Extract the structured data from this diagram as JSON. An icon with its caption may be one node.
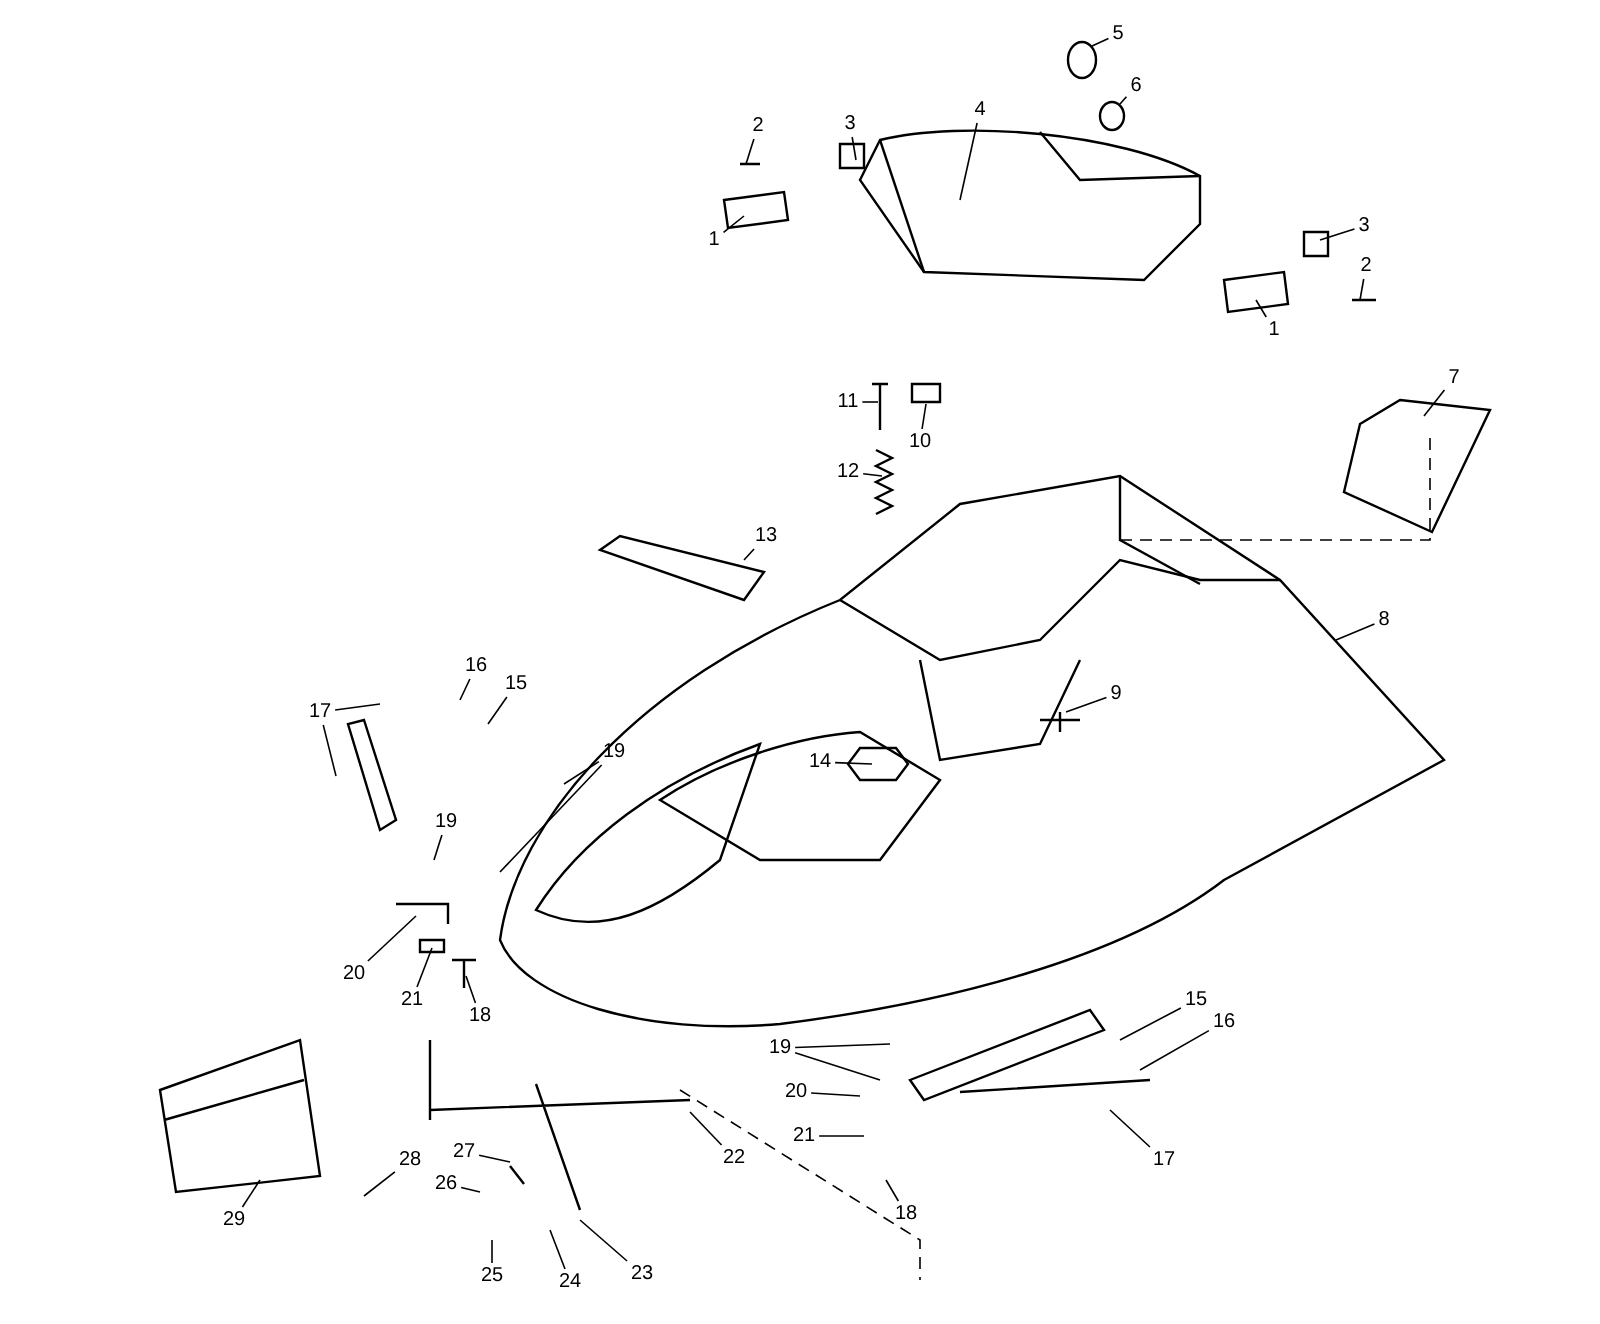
{
  "diagram": {
    "nodes": [
      {
        "text": [
          "5"
        ]
      },
      {
        "text": [
          "6"
        ]
      },
      {
        "text": [
          "4"
        ]
      },
      {
        "text": [
          "3"
        ]
      },
      {
        "text": [
          "2"
        ]
      },
      {
        "text": [
          "1"
        ]
      },
      {
        "text": [
          "3"
        ]
      },
      {
        "text": [
          "2"
        ]
      },
      {
        "text": [
          "1"
        ]
      },
      {
        "text": [
          "11"
        ]
      },
      {
        "text": [
          "10"
        ]
      },
      {
        "text": [
          "12"
        ]
      },
      {
        "text": [
          "7"
        ]
      },
      {
        "text": [
          "13"
        ]
      },
      {
        "text": [
          "8"
        ]
      },
      {
        "text": [
          "9"
        ]
      },
      {
        "text": [
          "14"
        ]
      },
      {
        "text": [
          "16"
        ]
      },
      {
        "text": [
          "15"
        ]
      },
      {
        "text": [
          "17"
        ]
      },
      {
        "text": [
          "19"
        ]
      },
      {
        "text": [
          "19"
        ]
      },
      {
        "text": [
          "20"
        ]
      },
      {
        "text": [
          "21"
        ]
      },
      {
        "text": [
          "18"
        ]
      },
      {
        "text": [
          "15"
        ]
      },
      {
        "text": [
          "16"
        ]
      },
      {
        "text": [
          "19"
        ]
      },
      {
        "text": [
          "20"
        ]
      },
      {
        "text": [
          "21"
        ]
      },
      {
        "text": [
          "17"
        ]
      },
      {
        "text": [
          "18"
        ]
      },
      {
        "text": [
          "22"
        ]
      },
      {
        "text": [
          "23"
        ]
      },
      {
        "text": [
          "24"
        ]
      },
      {
        "text": [
          "25"
        ]
      },
      {
        "text": [
          "26"
        ]
      },
      {
        "text": [
          "27"
        ]
      },
      {
        "text": [
          "28"
        ]
      },
      {
        "text": [
          "29"
        ]
      }
    ],
    "edges": [
      {
        "from": 0,
        "to": null,
        "arrow": "none"
      },
      {
        "from": 1,
        "to": null,
        "arrow": "none"
      },
      {
        "from": 2,
        "to": null,
        "arrow": "none"
      },
      {
        "from": 3,
        "to": null,
        "arrow": "none"
      },
      {
        "from": 4,
        "to": null,
        "arrow": "none"
      },
      {
        "from": 5,
        "to": null,
        "arrow": "none"
      },
      {
        "from": 6,
        "to": null,
        "arrow": "none"
      },
      {
        "from": 7,
        "to": null,
        "arrow": "none"
      },
      {
        "from": 8,
        "to": null,
        "arrow": "none"
      },
      {
        "from": 9,
        "to": null,
        "arrow": "none"
      },
      {
        "from": 10,
        "to": null,
        "arrow": "none"
      },
      {
        "from": 11,
        "to": null,
        "arrow": "none"
      },
      {
        "from": 12,
        "to": null,
        "arrow": "none"
      },
      {
        "from": 13,
        "to": null,
        "arrow": "none"
      },
      {
        "from": 14,
        "to": null,
        "arrow": "none"
      },
      {
        "from": 15,
        "to": null,
        "arrow": "none"
      },
      {
        "from": 16,
        "to": null,
        "arrow": "none"
      },
      {
        "from": 17,
        "to": null,
        "arrow": "none"
      },
      {
        "from": 18,
        "to": null,
        "arrow": "none"
      },
      {
        "from": 19,
        "to": null,
        "arrow": "none"
      },
      {
        "from": 19,
        "to": null,
        "arrow": "none"
      },
      {
        "from": 20,
        "to": null,
        "arrow": "none"
      },
      {
        "from": 20,
        "to": null,
        "arrow": "none"
      },
      {
        "from": 21,
        "to": null,
        "arrow": "none"
      },
      {
        "from": 22,
        "to": null,
        "arrow": "none"
      },
      {
        "from": 23,
        "to": null,
        "arrow": "none"
      },
      {
        "from": 24,
        "to": null,
        "arrow": "none"
      },
      {
        "from": 25,
        "to": null,
        "arrow": "none"
      },
      {
        "from": 26,
        "to": null,
        "arrow": "none"
      },
      {
        "from": 27,
        "to": null,
        "arrow": "none"
      },
      {
        "from": 27,
        "to": null,
        "arrow": "none"
      },
      {
        "from": 28,
        "to": null,
        "arrow": "none"
      },
      {
        "from": 29,
        "to": null,
        "arrow": "none"
      },
      {
        "from": 30,
        "to": null,
        "arrow": "none"
      },
      {
        "from": 31,
        "to": null,
        "arrow": "none"
      },
      {
        "from": 32,
        "to": null,
        "arrow": "none"
      },
      {
        "from": 33,
        "to": null,
        "arrow": "none"
      },
      {
        "from": 34,
        "to": null,
        "arrow": "none"
      },
      {
        "from": 35,
        "to": null,
        "arrow": "none"
      },
      {
        "from": 36,
        "to": null,
        "arrow": "none"
      },
      {
        "from": 37,
        "to": null,
        "arrow": "none"
      },
      {
        "from": 38,
        "to": null,
        "arrow": "none"
      },
      {
        "from": 39,
        "to": null,
        "arrow": "none"
      }
    ]
  }
}
